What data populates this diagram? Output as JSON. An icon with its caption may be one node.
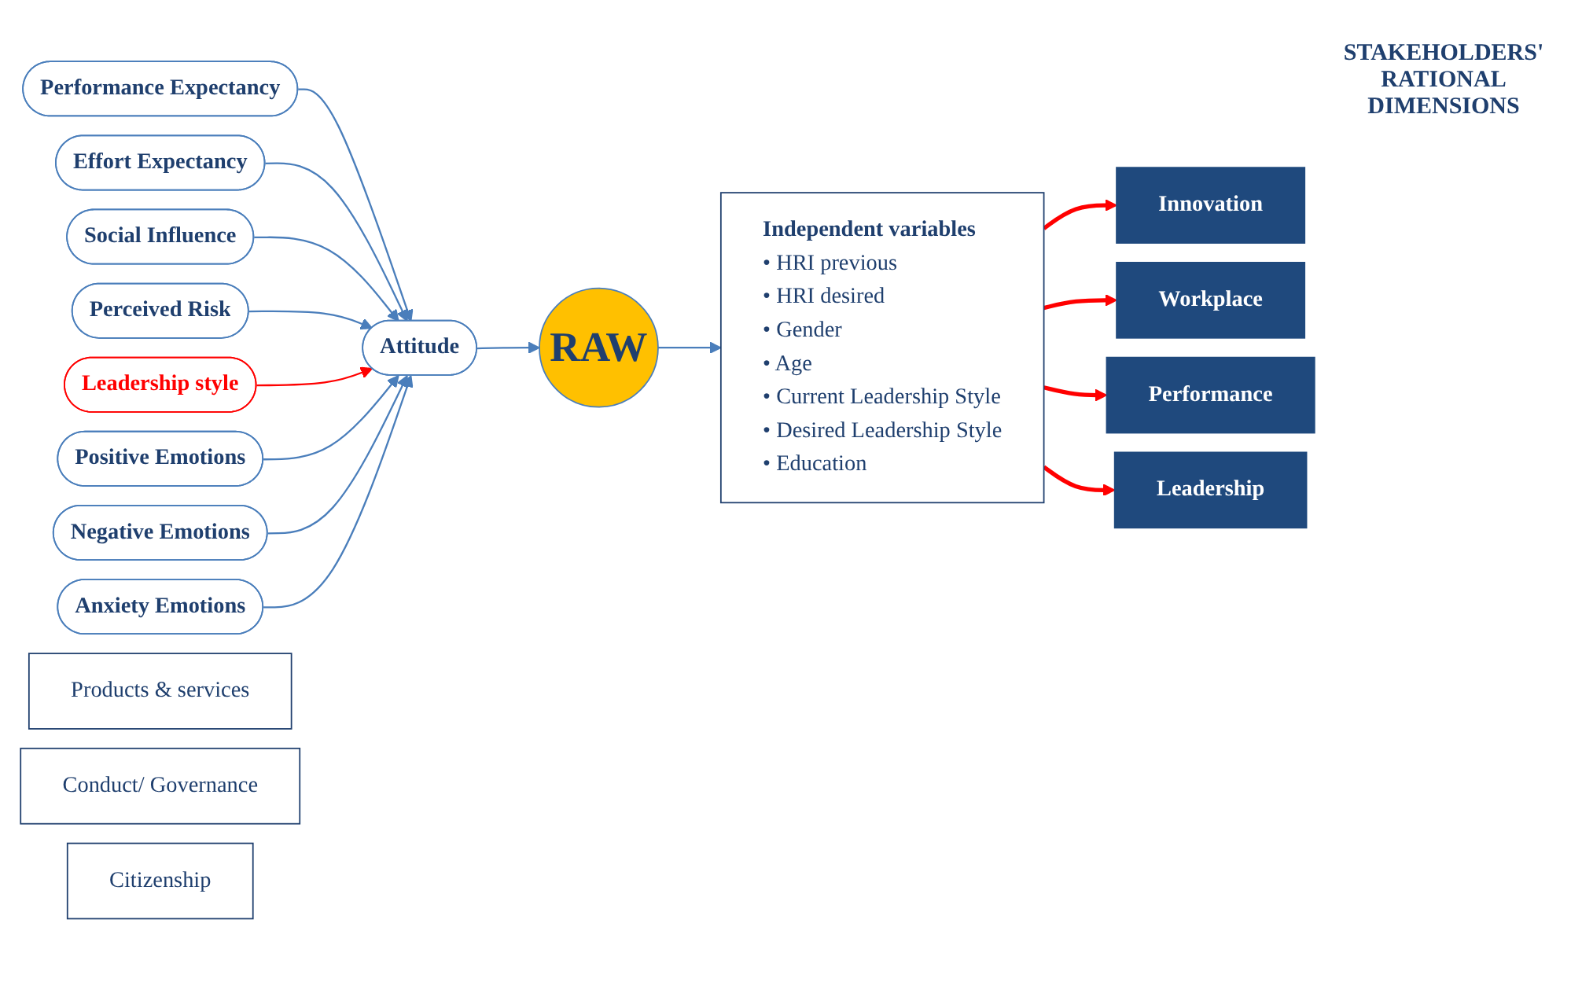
{
  "diagram": {
    "nodes": [
      {
        "text": [
          "Performance Expectancy"
        ]
      },
      {
        "text": [
          "Effort Expectancy"
        ]
      },
      {
        "text": [
          "Social Influence"
        ]
      },
      {
        "text": [
          "Perceived Risk"
        ]
      },
      {
        "text": [
          "Leadership style"
        ]
      },
      {
        "text": [
          "Positive Emotions"
        ]
      },
      {
        "text": [
          "Negative Emotions"
        ]
      },
      {
        "text": [
          "Anxiety Emotions"
        ]
      },
      {
        "text": [
          "Attitude"
        ]
      },
      {
        "text": [
          "RAW"
        ]
      },
      {
        "text": [
          "Independent variables",
          "• HRI previous",
          "• HRI desired",
          "• Gender",
          "• Age",
          "• Current Leadership Style",
          "• Desired Leadership Style",
          "• Education"
        ]
      },
      {
        "text": [
          "Products & services"
        ]
      },
      {
        "text": [
          "Conduct/ Governance"
        ]
      },
      {
        "text": [
          "Innovation"
        ]
      },
      {
        "text": [
          "Workplace"
        ]
      },
      {
        "text": [
          "Performance"
        ]
      },
      {
        "text": [
          "Leadership"
        ]
      },
      {
        "text": [
          "Citizenship"
        ]
      }
    ],
    "edges": [
      {
        "from": 0,
        "to": 8,
        "arrow": "to"
      },
      {
        "from": 1,
        "to": 8,
        "arrow": "to"
      },
      {
        "from": 2,
        "to": 8,
        "arrow": "to"
      },
      {
        "from": 3,
        "to": 8,
        "arrow": "to"
      },
      {
        "from": 4,
        "to": 8,
        "arrow": "to",
        "color": "#ff0000"
      },
      {
        "from": 5,
        "to": 8,
        "arrow": "to"
      },
      {
        "from": 6,
        "to": 8,
        "arrow": "to"
      },
      {
        "from": 7,
        "to": 8,
        "arrow": "to"
      },
      {
        "from": 8,
        "to": 9,
        "arrow": "to"
      },
      {
        "from": 9,
        "to": 10,
        "arrow": "to"
      },
      {
        "from": 10,
        "to": 13,
        "arrow": "to",
        "style": "thick",
        "color": "#ff0000"
      },
      {
        "from": 10,
        "to": 14,
        "arrow": "to",
        "style": "thick",
        "color": "#ff0000"
      },
      {
        "from": 10,
        "to": 15,
        "arrow": "to",
        "style": "thick",
        "color": "#ff0000"
      },
      {
        "from": 10,
        "to": 16,
        "arrow": "to",
        "style": "thick",
        "color": "#ff0000"
      }
    ],
    "labels": [
      "STAKEHOLDERS' RATIONAL DIMENSIONS"
    ]
  }
}
